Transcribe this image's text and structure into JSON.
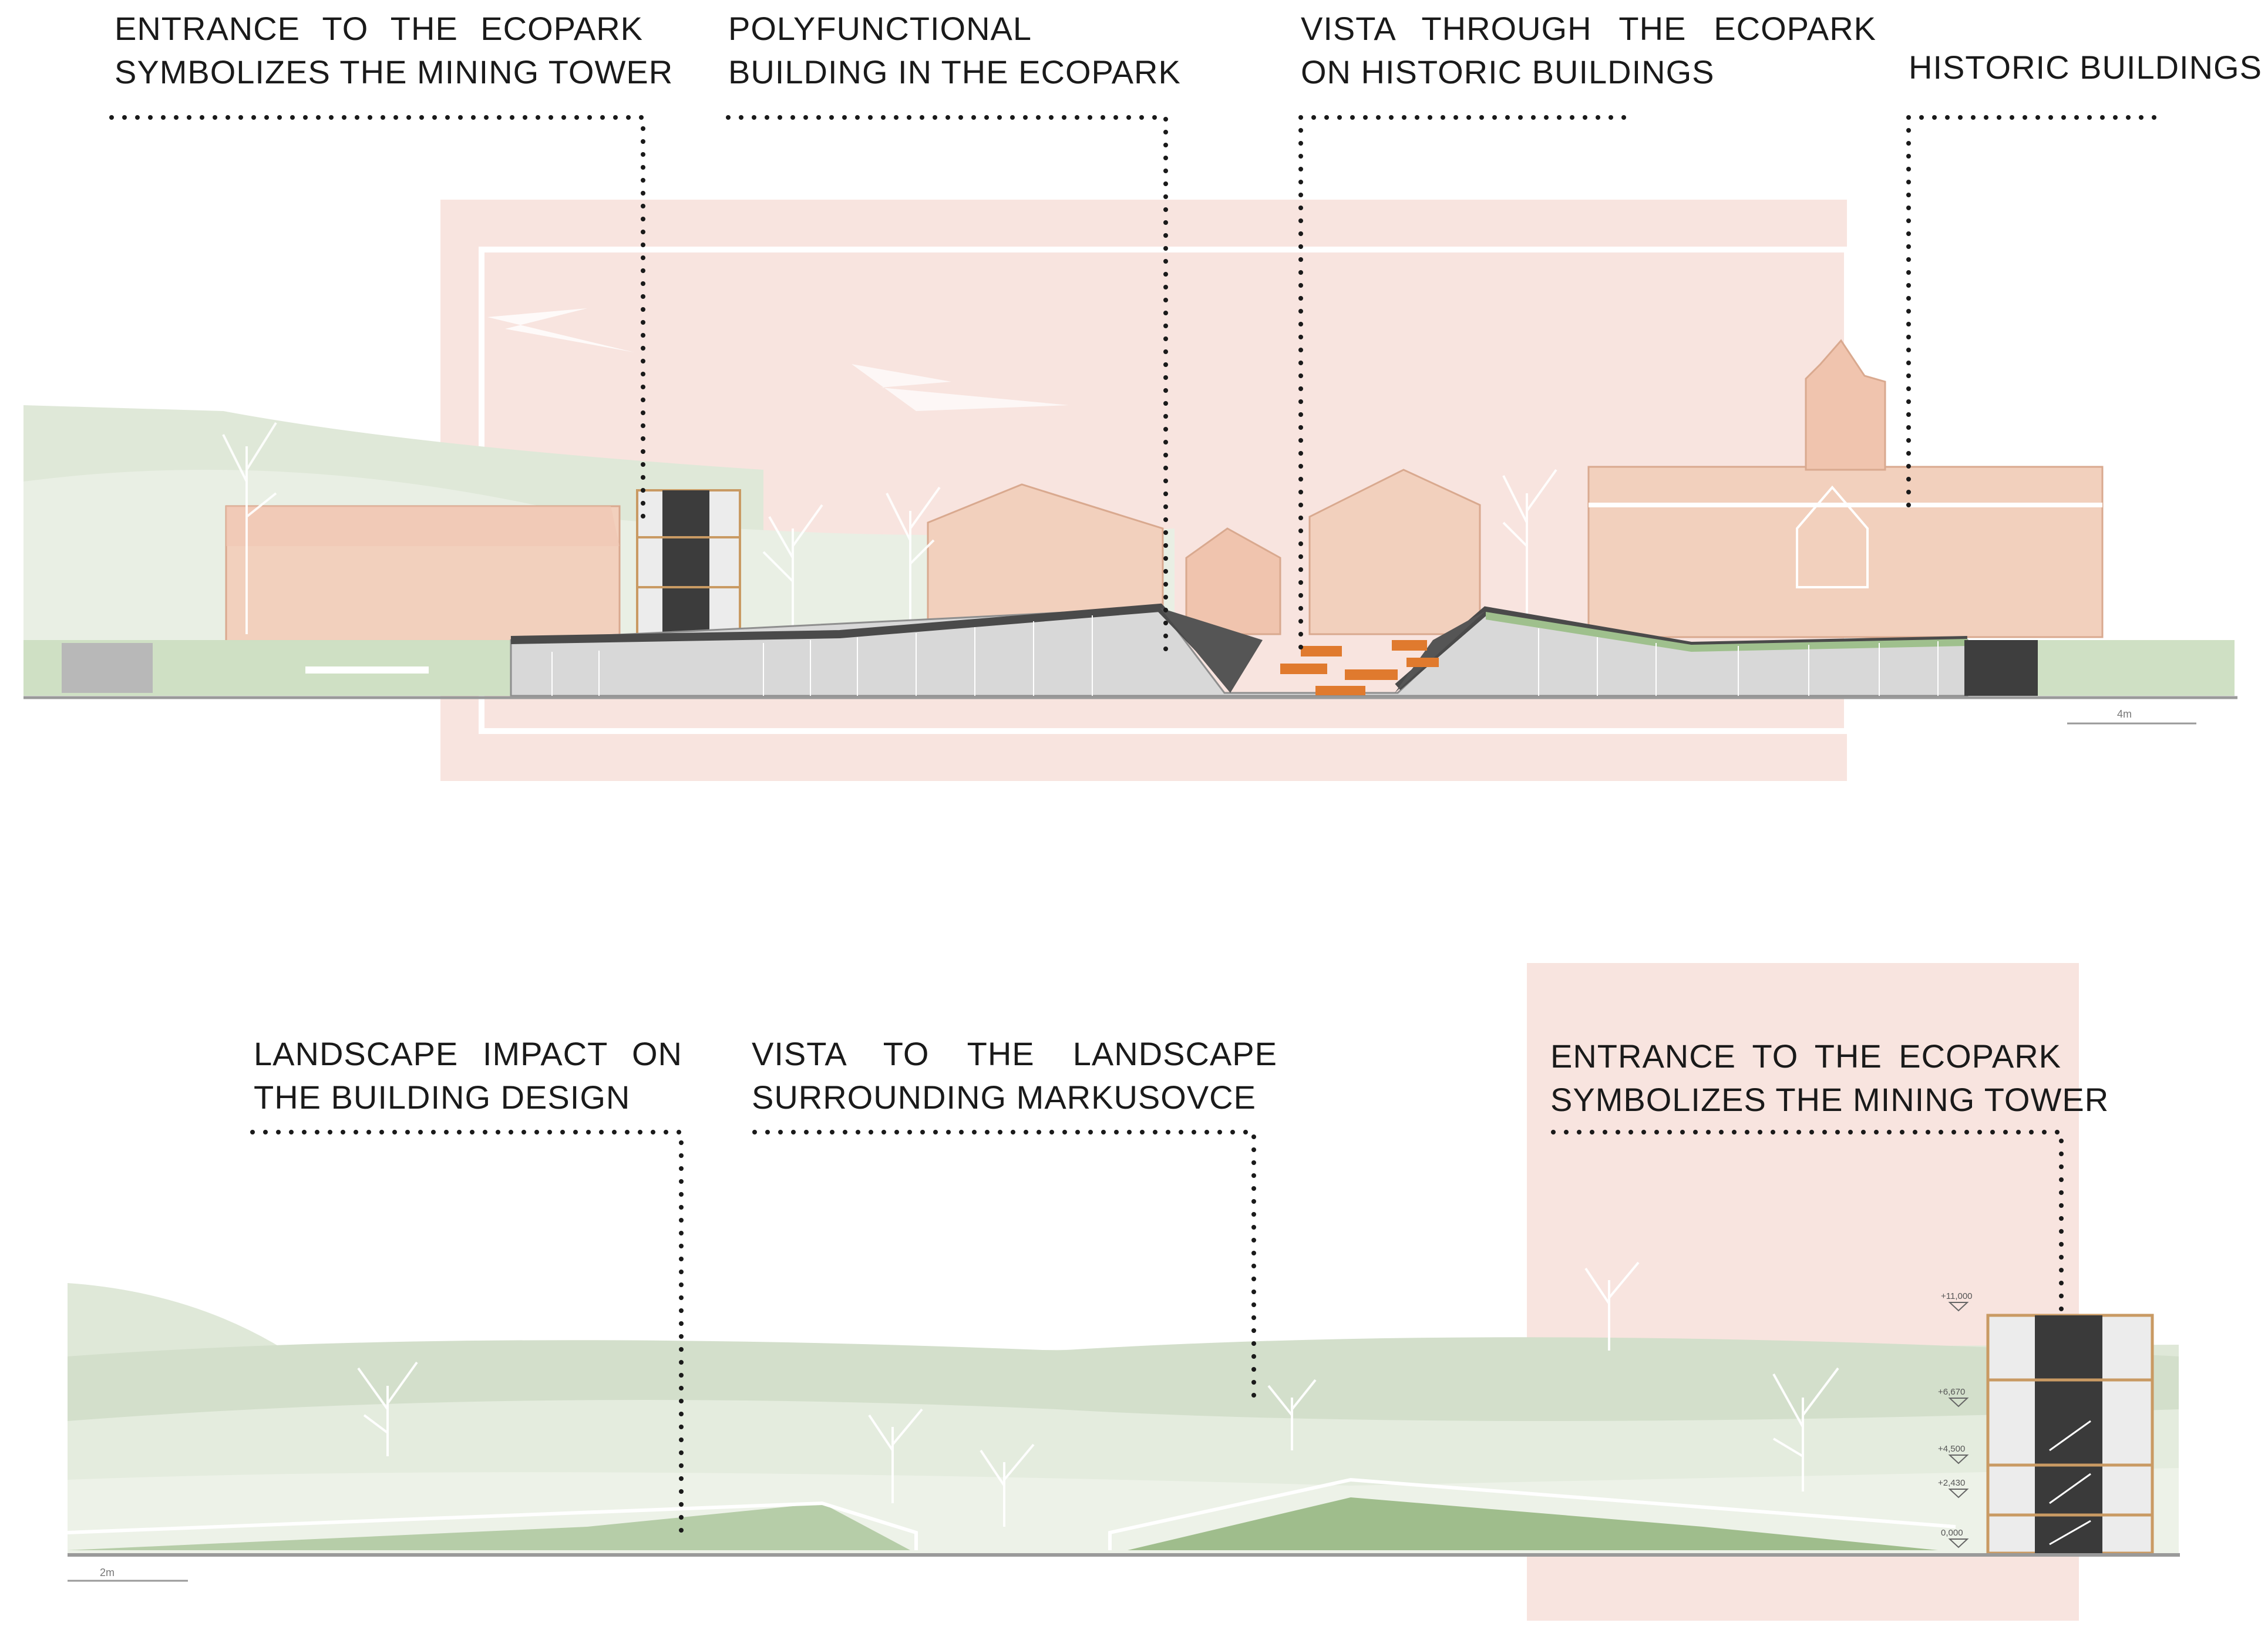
{
  "annotations_top": [
    {
      "id": "entrance-top",
      "lines": [
        "ENTRANCE TO THE ECOPARK",
        "SYMBOLIZES THE MINING TOWER"
      ]
    },
    {
      "id": "polyfunctional",
      "lines": [
        "POLYFUNCTIONAL",
        "BUILDING IN THE ECOPARK"
      ]
    },
    {
      "id": "vista-historic",
      "lines": [
        "VISTA THROUGH THE ECOPARK",
        "ON HISTORIC BUILDINGS"
      ]
    },
    {
      "id": "historic",
      "lines": [
        "HISTORIC BUILDINGS"
      ]
    }
  ],
  "annotations_bottom": [
    {
      "id": "landscape-impact",
      "lines": [
        "LANDSCAPE IMPACT ON",
        "THE BUILDING DESIGN"
      ]
    },
    {
      "id": "vista-landscape",
      "lines": [
        "VISTA TO THE LANDSCAPE",
        "SURROUNDING MARKUSOVCE"
      ]
    },
    {
      "id": "entrance-bottom",
      "lines": [
        "ENTRANCE TO THE ECOPARK",
        "SYMBOLIZES THE MINING TOWER"
      ]
    }
  ],
  "scale_top": "4m",
  "scale_bottom": "2m",
  "tower_levels": [
    "+11,000",
    "+6,670",
    "+4,500",
    "+2,430",
    "0,000"
  ],
  "colors": {
    "pink_band": "#f8e4df",
    "building_fill": "#f2d0bd",
    "building_stroke": "#d9a98f",
    "hill_light": "#e6ede0",
    "hill_mid": "#d2dfca",
    "hill_dark": "#b6cda8",
    "grass": "#9fc08d",
    "roof_dark": "#4a4a4a",
    "facade_grey": "#d4d4d4",
    "tower_wood": "#c99a63",
    "accent_orange": "#e07a2e"
  }
}
